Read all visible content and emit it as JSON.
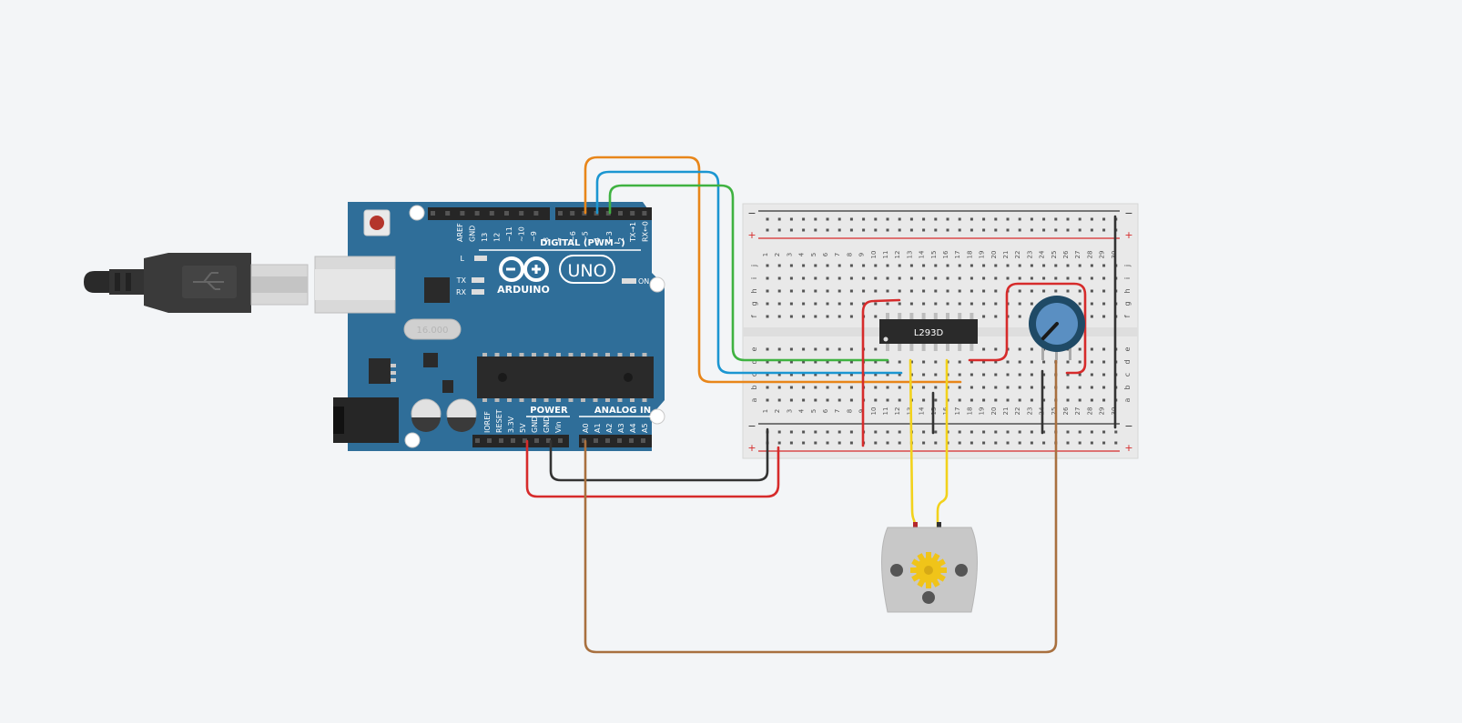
{
  "arduino": {
    "logo_text": "ARDUINO",
    "model": "UNO",
    "digital_label": "DIGITAL (PWM~)",
    "power_label": "POWER",
    "analog_label": "ANALOG IN",
    "led_labels": [
      "L",
      "TX",
      "RX"
    ],
    "on_label": "ON",
    "crystal_label": "16.000",
    "top_pins_left": [
      "AREF",
      "GND",
      "13",
      "12",
      "~11",
      "~10",
      "~9",
      "8"
    ],
    "top_pins_right": [
      "7",
      "~6",
      "~5",
      "4",
      "~3",
      "2",
      "TX→1",
      "RX←0"
    ],
    "power_pins": [
      "IOREF",
      "RESET",
      "3.3V",
      "5V",
      "GND",
      "GND",
      "Vin"
    ],
    "analog_pins": [
      "A0",
      "A1",
      "A2",
      "A3",
      "A4",
      "A5"
    ]
  },
  "breadboard": {
    "column_numbers": [
      "1",
      "2",
      "3",
      "4",
      "5",
      "6",
      "7",
      "8",
      "9",
      "10",
      "11",
      "12",
      "13",
      "14",
      "15",
      "16",
      "17",
      "18",
      "19",
      "20",
      "21",
      "22",
      "23",
      "24",
      "25",
      "26",
      "27",
      "28",
      "29",
      "30"
    ],
    "top_row_letters": [
      "j",
      "i",
      "h",
      "g",
      "f"
    ],
    "bottom_row_letters": [
      "e",
      "d",
      "c",
      "b",
      "a"
    ],
    "minus_sign": "−",
    "plus_sign": "+"
  },
  "ic": {
    "label": "L293D"
  },
  "colors": {
    "arduino_blue": "#2f6e99",
    "wire_orange": "#e8861a",
    "wire_blue": "#1b96d1",
    "wire_green": "#3fb241",
    "wire_red": "#d62b2b",
    "wire_black": "#333333",
    "wire_brown": "#a8703f",
    "wire_yellow": "#f2d21c"
  }
}
